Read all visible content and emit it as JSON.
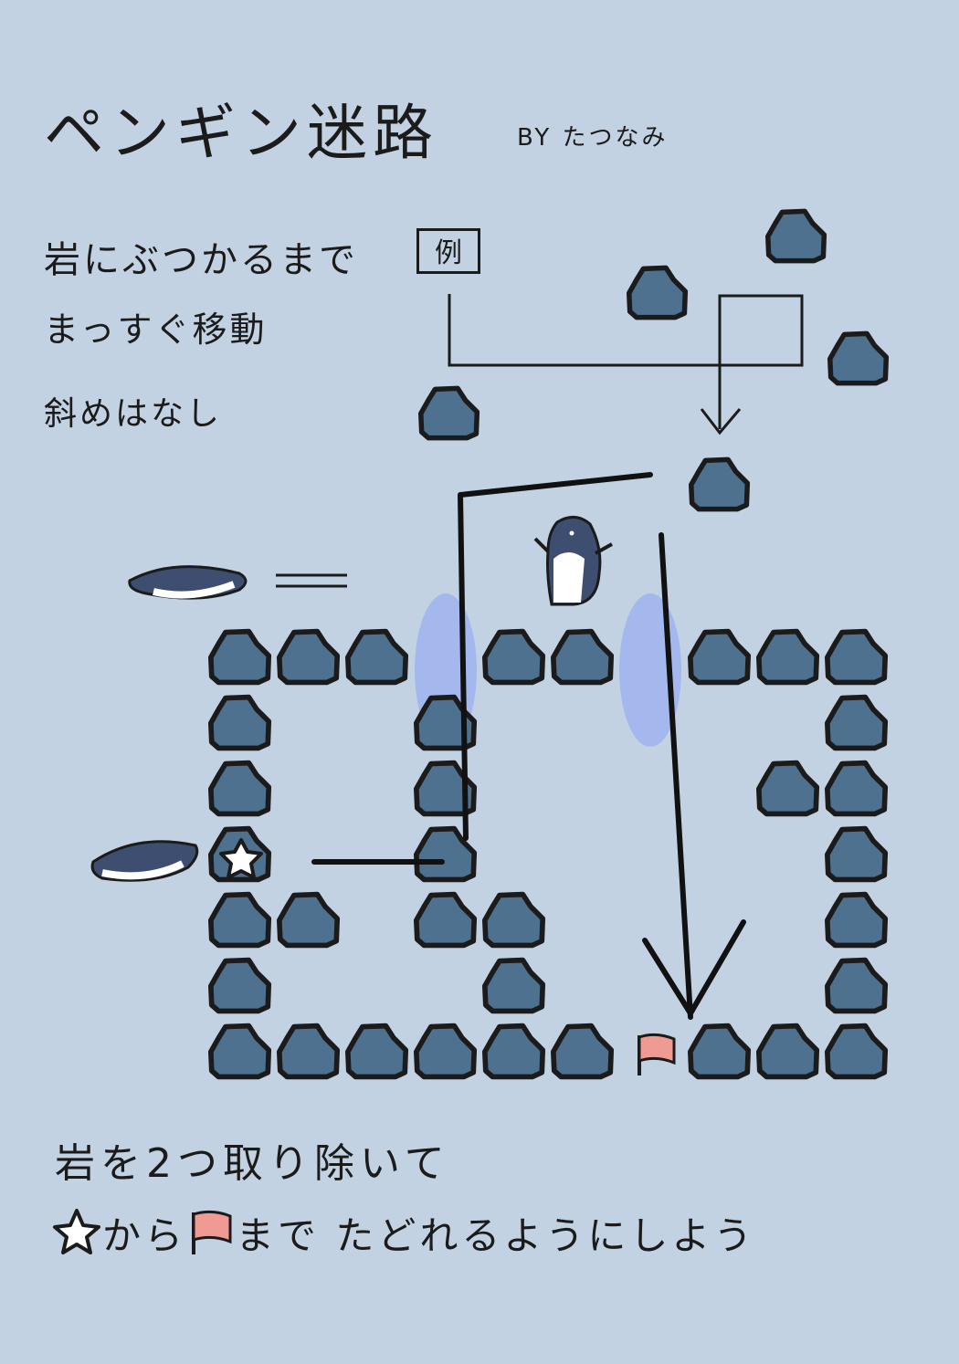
{
  "title": "ペンギン迷路",
  "author": "BY たつなみ",
  "rules": [
    "岩にぶつかるまで",
    "まっすぐ移動",
    "斜めはなし"
  ],
  "example_label": "例",
  "goal_line1": "岩を2つ取り除いて",
  "goal_line2_from": "から",
  "goal_line2_to": "まで たどれるようにしよう",
  "colors": {
    "background": "#c2d2e2",
    "rock": "#4f7190",
    "outline": "#1b1b1b",
    "highlight": "#9fb4ee",
    "flag": "#f09a94",
    "penguin_body": "#3e4e70"
  },
  "icons": [
    "rock-icon",
    "star-icon",
    "flag-icon",
    "penguin-icon"
  ]
}
